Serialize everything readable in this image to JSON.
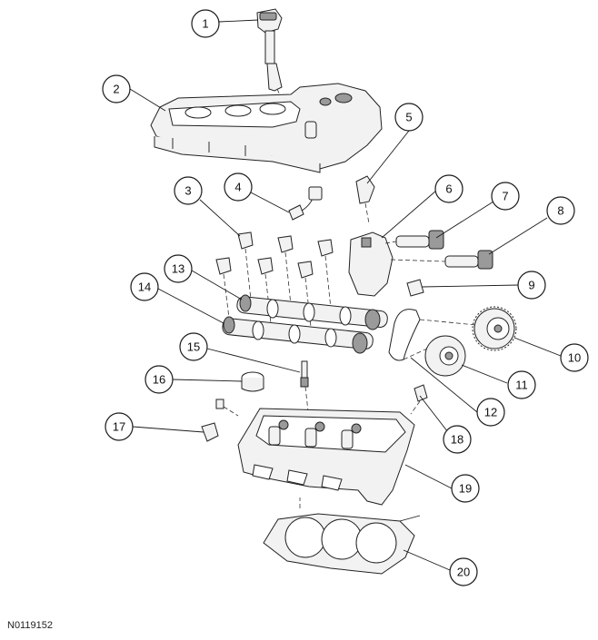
{
  "figure_id": "N0119152",
  "callouts": [
    "1",
    "2",
    "3",
    "4",
    "5",
    "6",
    "7",
    "8",
    "9",
    "10",
    "11",
    "12",
    "13",
    "14",
    "15",
    "16",
    "17",
    "18",
    "19",
    "20"
  ],
  "colors": {
    "line": "#1a1a1a",
    "part_fill": "#f2f2f2",
    "shade": "#9a9a9a",
    "background": "#ffffff"
  }
}
